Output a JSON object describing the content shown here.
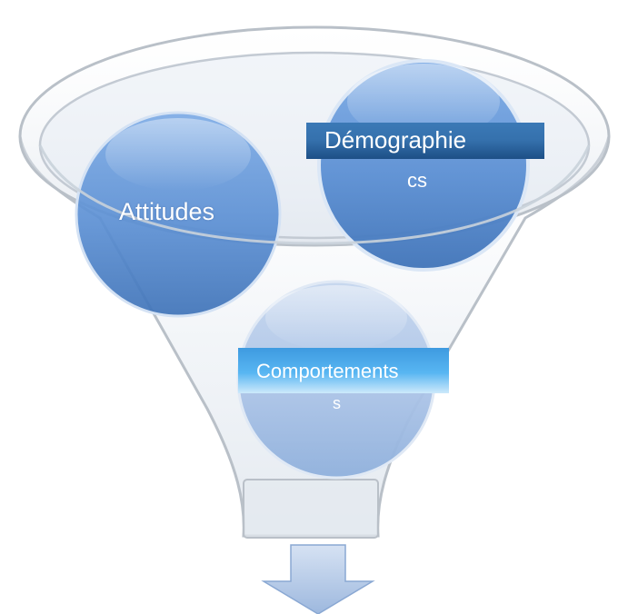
{
  "circles": {
    "attitudes": {
      "label": "Attitudes"
    },
    "demographics": {
      "line1": "Démographie",
      "line2": "cs"
    },
    "behaviors": {
      "line1": "Comportements",
      "line2": "s"
    }
  },
  "colors": {
    "funnel_stroke": "#b9c0c8",
    "circle_fill": "#6f9bd3",
    "arrow_fill": "#b7cbe6",
    "label_dark": "#2d6aa8",
    "label_light": "#4aa6ea"
  },
  "icons": {
    "down_arrow": "down-arrow-icon"
  }
}
